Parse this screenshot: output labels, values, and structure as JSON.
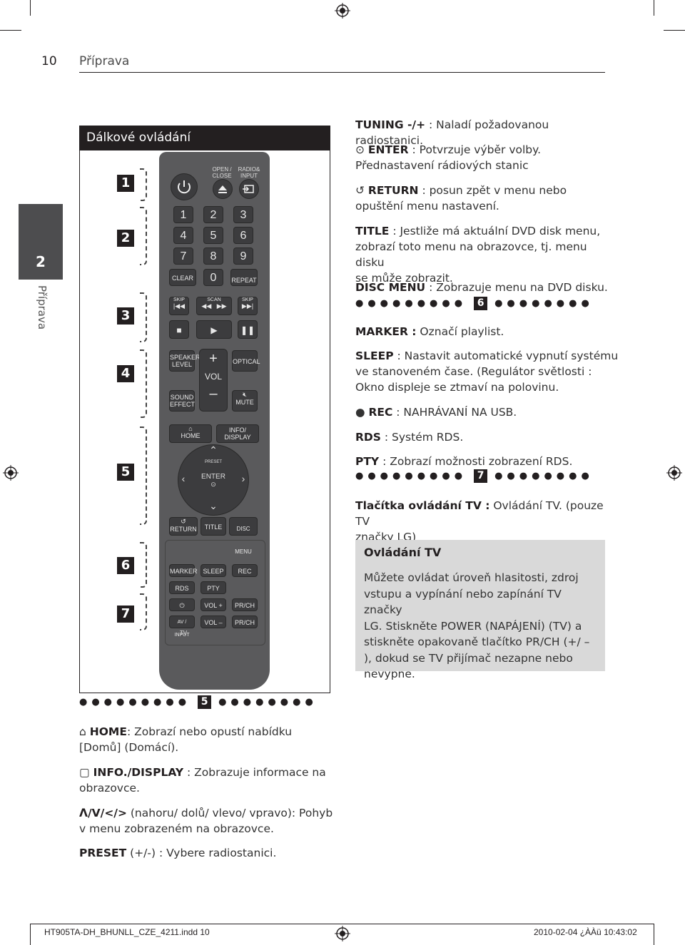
{
  "header": {
    "page_number": "10",
    "title": "Příprava"
  },
  "chapter_tab": {
    "number": "2",
    "label": "Příprava"
  },
  "figure": {
    "title": "Dálkové ovládání",
    "markers": [
      "1",
      "2",
      "3",
      "4",
      "5",
      "6",
      "7"
    ],
    "remote": {
      "open_close": "OPEN / CLOSE",
      "radio_input": "RADIO& INPUT",
      "digits": [
        "1",
        "2",
        "3",
        "4",
        "5",
        "6",
        "7",
        "8",
        "9",
        "0"
      ],
      "clear": "CLEAR",
      "repeat": "REPEAT",
      "skip_left": "SKIP",
      "scan": "SCAN",
      "skip_right": "SKIP",
      "speaker_level": "SPEAKER LEVEL",
      "optical": "OPTICAL",
      "vol": "VOL",
      "sound_effect": "SOUND EFFECT",
      "mute": "MUTE",
      "home": "HOME",
      "info_display": "INFO/ DISPLAY",
      "preset": "PRESET",
      "enter": "ENTER",
      "return": "RETURN",
      "title_btn": "TITLE",
      "disc_menu": "DISC MENU",
      "marker": "MARKER",
      "sleep": "SLEEP",
      "rec": "REC",
      "rds": "RDS",
      "pty": "PTY",
      "vol_plus": "VOL +",
      "prch_up": "PR/CH",
      "av_input": "AV / INPUT",
      "vol_minus": "VOL –",
      "prch_down": "PR/CH",
      "tv": "TV"
    }
  },
  "right_col": {
    "tuning": {
      "key": "TUNING -/+",
      "text": " : Naladí požadovanou radiostanici."
    },
    "enter": {
      "key": "ENTER",
      "text": " : Potvrzuje výběr volby.",
      "line2": "Přednastavení rádiových stanic"
    },
    "return": {
      "key": "RETURN",
      "text": " : posun zpět v menu nebo",
      "line2": "opuštění menu nastavení."
    },
    "title": {
      "key": "TITLE",
      "text": " : Jestliže má aktuální DVD disk menu,",
      "line2": "zobrazí toto menu na obrazovce, tj. menu disku",
      "line3": "se může zobrazit."
    },
    "disc_menu": {
      "key": "DISC MENU",
      "text": " : Zobrazuje menu na DVD disku."
    },
    "section6": "6",
    "marker": {
      "key": "MARKER :",
      "text": " Označí playlist."
    },
    "sleep": {
      "key": "SLEEP",
      "text": " : Nastavit automatické vypnutí systému",
      "line2": "ve stanoveném čase. (Regulátor světlosti :",
      "line3": "Okno displeje se ztmaví na polovinu."
    },
    "rec": {
      "key": "REC",
      "text": " : NAHRÁVANÍ NA USB."
    },
    "rds": {
      "key": "RDS",
      "text": " : Systém RDS."
    },
    "pty": {
      "key": "PTY",
      "text": " : Zobrazí možnosti zobrazení RDS."
    },
    "section7": "7",
    "tv_buttons": {
      "key": "Tlačítka ovládání TV :",
      "text": " Ovládání TV. (pouze TV",
      "line2": "značky LG)"
    },
    "tv_box": {
      "title": "Ovládání TV",
      "lines": [
        "Můžete ovládat úroveň hlasitosti, zdroj",
        "vstupu a vypínání nebo zapínání TV značky",
        "LG. Stiskněte POWER (NAPÁJENÍ) (TV) a",
        "stiskněte opakovaně tlačítko PR/CH (+/ –",
        "), dokud se TV přijímač nezapne nebo",
        "nevypne."
      ]
    }
  },
  "bottom": {
    "section5": "5",
    "home": {
      "key": "HOME",
      "text": ": Zobrazí nebo opustí nabídku",
      "line2": "[Domů] (Domácí)."
    },
    "info": {
      "key": "INFO./DISPLAY",
      "text": " : Zobrazuje informace na",
      "line2": "obrazovce."
    },
    "arrows": {
      "key": "Λ/V/</>",
      "text": " (nahoru/ dolů/ vlevo/ vpravo): Pohyb",
      "line2": "v menu zobrazeném na obrazovce."
    },
    "preset": {
      "key": "PRESET",
      "text": " (+/-) : Vybere radiostanici."
    }
  },
  "footer": {
    "file": "HT905TA-DH_BHUNLL_CZE_4211.indd   10",
    "date": "2010-02-04   ¿ÀÀü 10:43:02"
  }
}
